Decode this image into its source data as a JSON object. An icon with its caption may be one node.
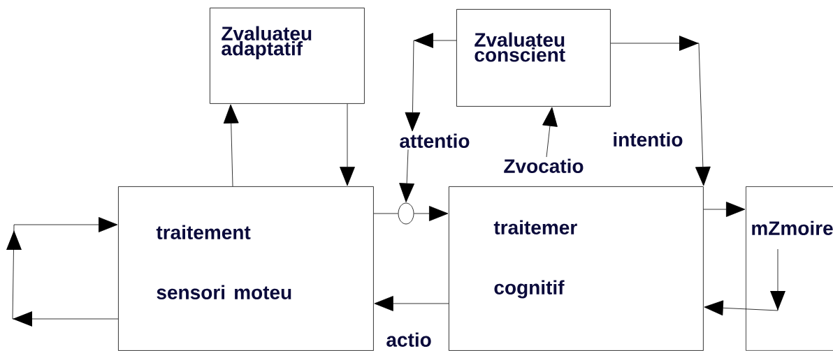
{
  "diagram": {
    "nodes": [
      {
        "text": [
          "Zvaluateu adaptatif"
        ]
      },
      {
        "text": [
          "Zvaluateu conscient"
        ]
      },
      {
        "text": [
          "traitement",
          "sensori moteu"
        ]
      },
      {
        "text": [
          "traitemer",
          "cognitif"
        ]
      },
      {
        "text": [
          "mZmoire"
        ]
      },
      {
        "text": [],
        "shape": "circle"
      },
      {
        "text": [
          "attentio"
        ]
      },
      {
        "text": [
          "Zvocatio"
        ]
      }
    ],
    "edges": [
      {
        "from": 2,
        "to": 0,
        "arrow": "to"
      },
      {
        "from": 0,
        "to": 2,
        "arrow": "to"
      },
      {
        "from": 1,
        "to": 6,
        "arrow": "to"
      },
      {
        "from": 6,
        "to": 5,
        "arrow": "to"
      },
      {
        "from": 2,
        "to": 5,
        "arrow": "none"
      },
      {
        "from": 5,
        "to": 3,
        "arrow": "to"
      },
      {
        "from": 7,
        "to": 1,
        "arrow": "to"
      },
      {
        "from": 1,
        "to": 3,
        "arrow": "to",
        "label": "intentio"
      },
      {
        "from": 3,
        "to": 4,
        "arrow": "to"
      },
      {
        "from": 4,
        "to": 3,
        "arrow": "to"
      },
      {
        "from": 3,
        "to": 2,
        "arrow": "to",
        "label": "actio"
      },
      {
        "from": 2,
        "to": 2,
        "arrow": "to"
      }
    ]
  }
}
